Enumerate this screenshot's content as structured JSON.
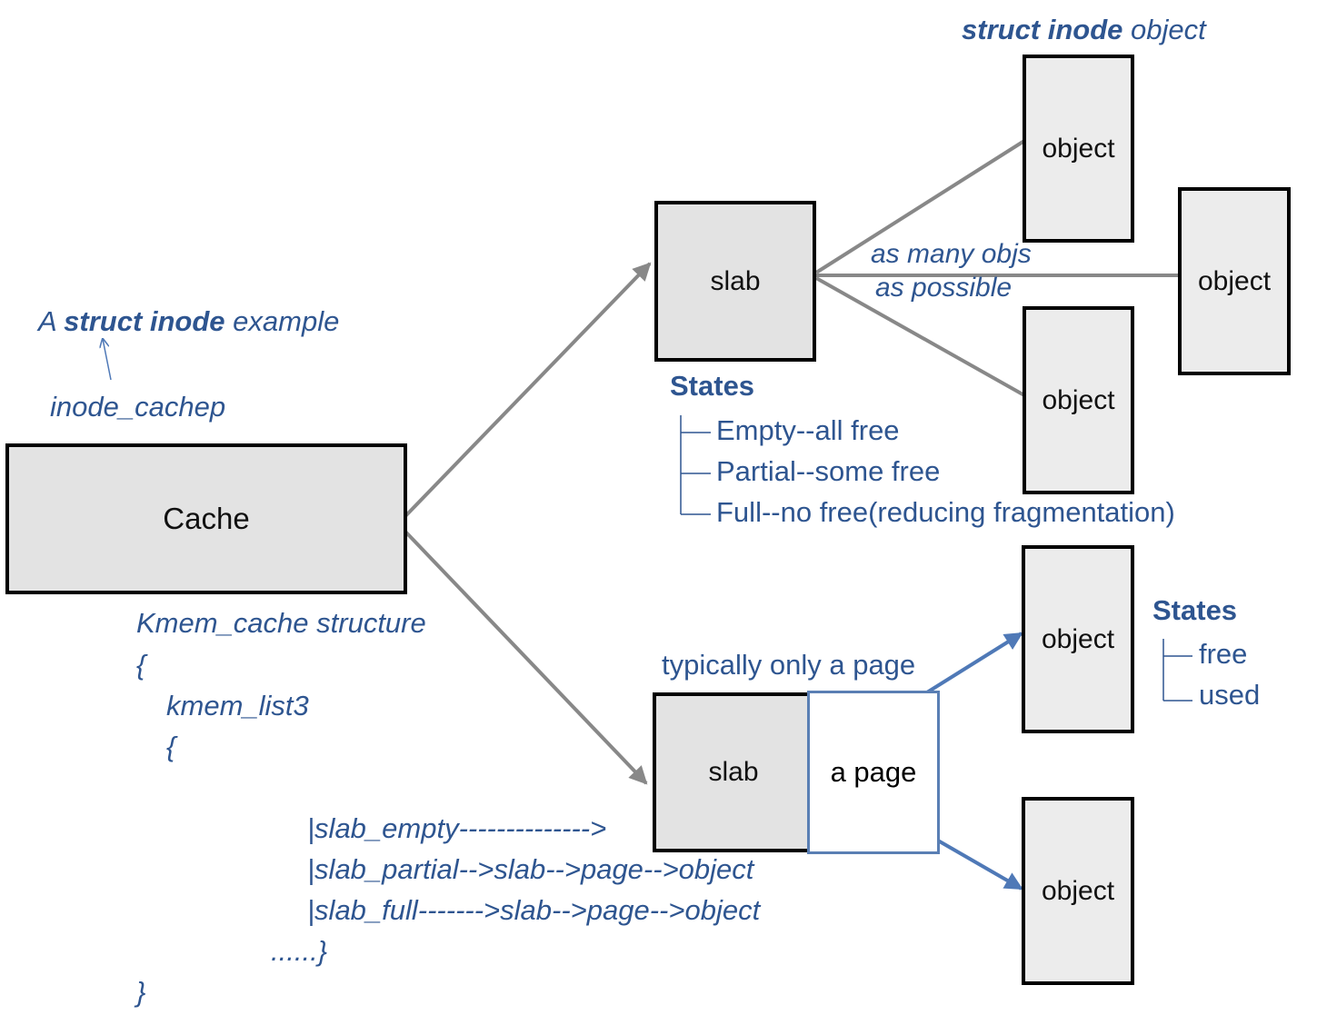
{
  "title": {
    "bold": "struct inode",
    "rest": " object"
  },
  "example": {
    "prefix": "A ",
    "bold": "struct inode",
    "suffix": " example"
  },
  "cachep_label": "inode_cachep",
  "cache_box": "Cache",
  "slab_top": "slab",
  "slab_bottom": "slab",
  "page_box": "a page",
  "object_label": "object",
  "many_objs": [
    "as many objs",
    "as possible"
  ],
  "slab_states": {
    "header": "States",
    "items": [
      "Empty--all free",
      "Partial--some free",
      "Full--no free(reducing fragmentation)"
    ]
  },
  "object_states": {
    "header": "States",
    "items": [
      "free",
      "used"
    ]
  },
  "typically": "typically only a page",
  "kmem": {
    "lines": [
      "Kmem_cache structure",
      "{",
      "kmem_list3",
      "{",
      "|slab_empty-------------->",
      "|slab_partial-->slab-->page-->object",
      "|slab_full------->slab-->page-->object",
      "......}",
      "}"
    ]
  },
  "colors": {
    "text_blue": "#2e5590",
    "arrow_grey": "#888888",
    "arrow_blue": "#4f79b7"
  }
}
